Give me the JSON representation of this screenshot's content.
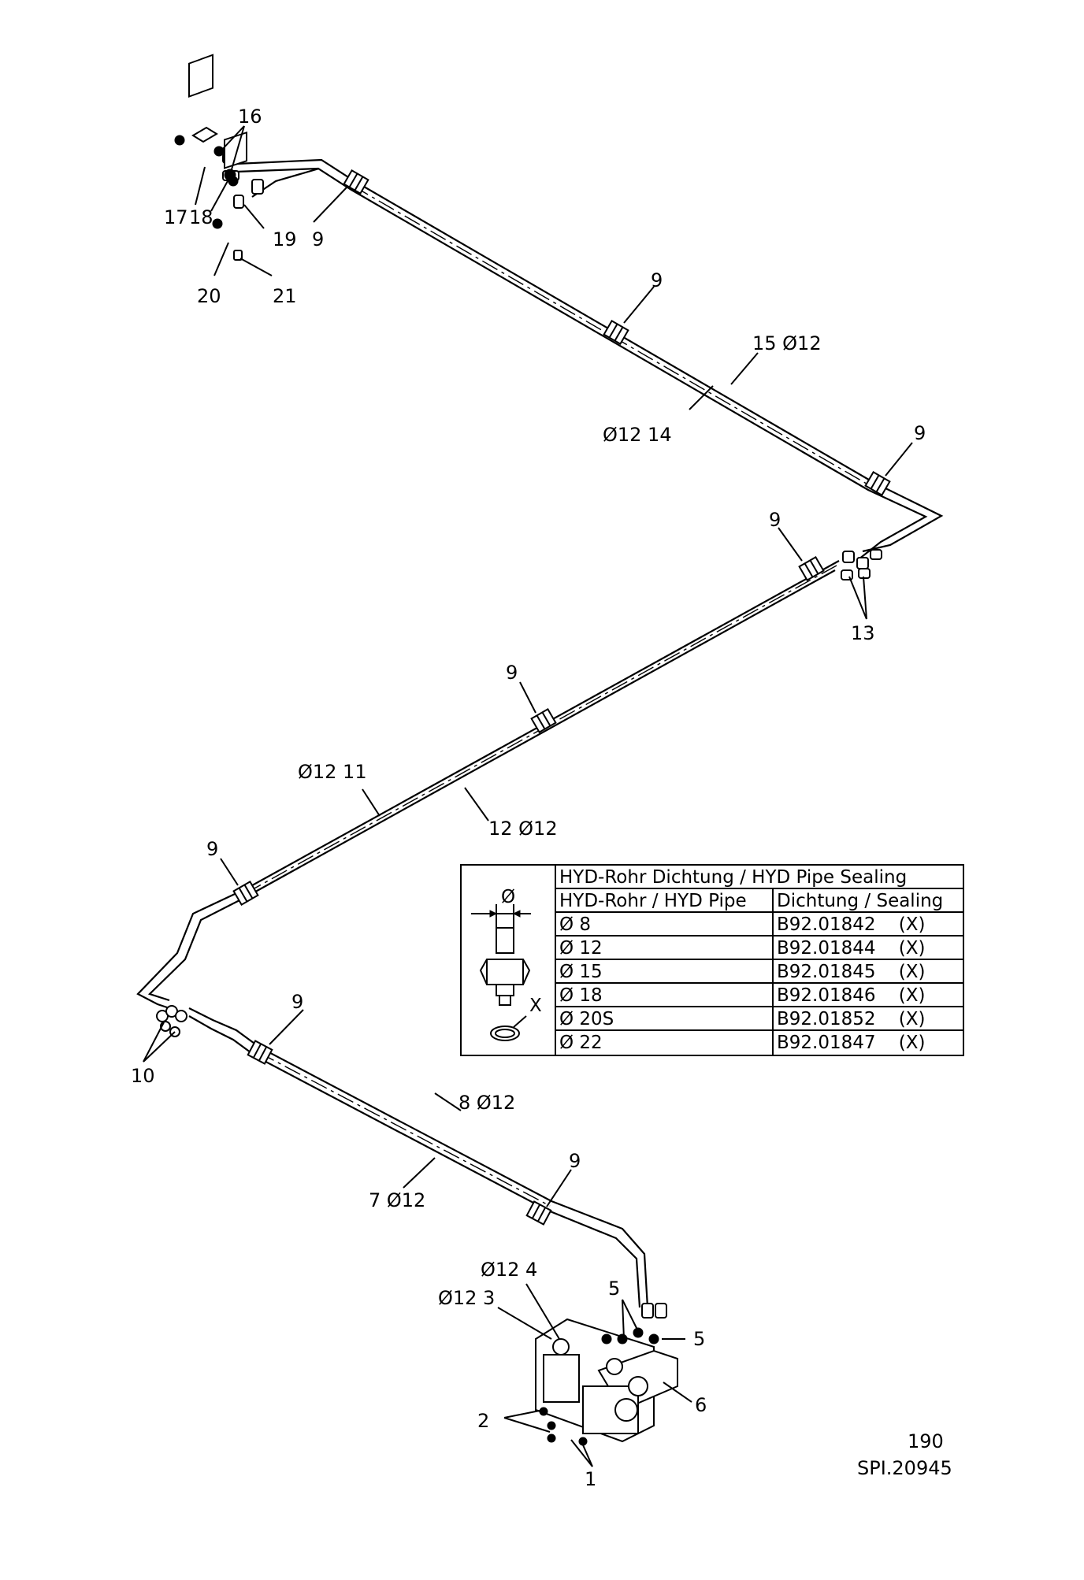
{
  "callouts": {
    "c16": "16",
    "c17": "17",
    "c18": "18",
    "c19": "19",
    "c20": "20",
    "c21": "21",
    "c9": "9",
    "c13": "13",
    "c10": "10",
    "c6": "6",
    "c5": "5",
    "c2": "2",
    "c1": "1",
    "pipe15": "15  Ø12",
    "pipe14": "Ø12  14",
    "pipe11": "Ø12  11",
    "pipe12": "12  Ø12",
    "pipe8": "8  Ø12",
    "pipe7": "7  Ø12",
    "pipe4": "Ø12  4",
    "pipe3": "Ø12  3",
    "x_mark": "X",
    "phi_mark": "Ø"
  },
  "table": {
    "title": "HYD-Rohr Dichtung / HYD Pipe Sealing",
    "col_pipe": "HYD-Rohr / HYD Pipe",
    "col_seal": "Dichtung / Sealing",
    "rows": [
      {
        "pipe": "Ø  8",
        "seal": "B92.01842    (X)"
      },
      {
        "pipe": "Ø  12",
        "seal": "B92.01844    (X)"
      },
      {
        "pipe": "Ø  15",
        "seal": "B92.01845    (X)"
      },
      {
        "pipe": "Ø  18",
        "seal": "B92.01846    (X)"
      },
      {
        "pipe": "Ø  20S",
        "seal": "B92.01852    (X)"
      },
      {
        "pipe": "Ø  22",
        "seal": "B92.01847    (X)"
      }
    ]
  },
  "footer": {
    "page_number": "190",
    "drawing_id": "SPI.20945"
  },
  "colors": {
    "line": "#000000",
    "background": "#ffffff"
  }
}
